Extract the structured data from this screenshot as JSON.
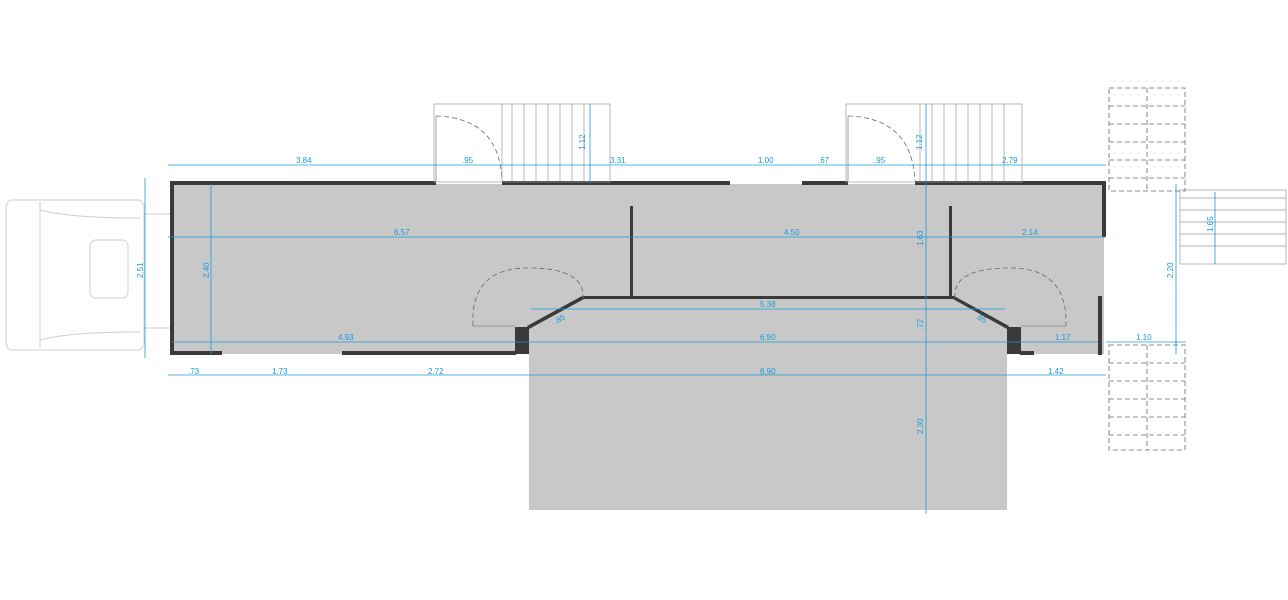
{
  "dimensions": {
    "top_3_84": "3.84",
    "top_095_a": ".95",
    "stair_left_1_12": "1.12",
    "top_3_31": "3.31",
    "top_1_00": "1.00",
    "top_067": ".67",
    "top_095_b": ".95",
    "stair_right_1_12": "1.12",
    "top_2_79": "2.79",
    "left_height_2_51": "2.51",
    "inner_height_2_40": "2.40",
    "row_6_57": "6.57",
    "row_4_50": "4.50",
    "partition_1_63": "1.63",
    "row_2_14": "2.14",
    "right_stair_1_65": "1.65",
    "right_side_2_20": "2.20",
    "counter_5_38": "5.38",
    "diag_left_085": ".85",
    "diag_right_085": ".85",
    "counter_depth_072": ".72",
    "bottom_4_93": "4.93",
    "bottom_6_90_inner": "6.90",
    "bottom_1_17": "1.17",
    "side_1_10": "1.10",
    "base_073": ".73",
    "base_1_73": "1.73",
    "base_2_72": "2.72",
    "base_6_90": "6.90",
    "base_1_42": "1.42",
    "deck_depth_2_30": "2.30"
  }
}
